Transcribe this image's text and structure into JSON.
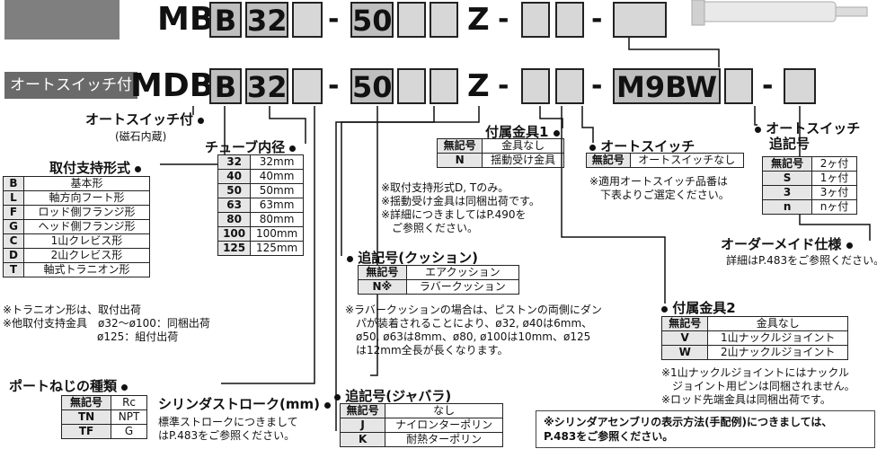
{
  "row1": {
    "prefix": "MB",
    "b": "B",
    "bore": "32",
    "stroke": "50",
    "z": "Z"
  },
  "row2": {
    "badge": "オートスイッチ付",
    "prefix": "MDB",
    "b": "B",
    "bore": "32",
    "stroke": "50",
    "z": "Z",
    "switch": "M9BW"
  },
  "auto_switch_builtin": {
    "title": "オートスイッチ付",
    "sub": "(磁石内蔵)"
  },
  "mounting": {
    "title": "取付支持形式",
    "rows": [
      [
        "B",
        "基本形"
      ],
      [
        "L",
        "軸方向フート形"
      ],
      [
        "F",
        "ロッド側フランジ形"
      ],
      [
        "G",
        "ヘッド側フランジ形"
      ],
      [
        "C",
        "1山クレビス形"
      ],
      [
        "D",
        "2山クレビス形"
      ],
      [
        "T",
        "軸式トラニオン形"
      ]
    ],
    "notes": [
      "※トラニオン形は、取付出荷",
      "※他取付支持金具　ø32〜ø100：同梱出荷",
      "ø125：組付出荷"
    ]
  },
  "bore": {
    "title": "チューブ内径",
    "rows": [
      [
        "32",
        "32mm"
      ],
      [
        "40",
        "40mm"
      ],
      [
        "50",
        "50mm"
      ],
      [
        "63",
        "63mm"
      ],
      [
        "80",
        "80mm"
      ],
      [
        "100",
        "100mm"
      ],
      [
        "125",
        "125mm"
      ]
    ]
  },
  "accessory1": {
    "title": "付属金具1",
    "rows": [
      [
        "無記号",
        "金具なし"
      ],
      [
        "N",
        "揺動受け金具"
      ]
    ],
    "notes": [
      "※取付支持形式D, Tのみ。",
      "※揺動受け金具は同梱出荷です。",
      "※詳細につきましてはP.490を",
      "ご参照ください。"
    ]
  },
  "cushion": {
    "title": "追記号(クッション)",
    "rows": [
      [
        "無記号",
        "エアクッション"
      ],
      [
        "N※",
        "ラバークッション"
      ]
    ],
    "notes": [
      "※ラバークッションの場合は、ピストンの両側にダン",
      "パが装着されることにより、ø32, ø40は6mm、",
      "ø50, ø63は8mm、ø80, ø100は10mm、ø125",
      "は12mm全長が長くなります。"
    ]
  },
  "bellows": {
    "title": "追記号(ジャバラ)",
    "rows": [
      [
        "無記号",
        "なし"
      ],
      [
        "J",
        "ナイロンターポリン"
      ],
      [
        "K",
        "耐熱ターポリン"
      ]
    ]
  },
  "port": {
    "title": "ポートねじの種類",
    "rows": [
      [
        "無記号",
        "Rc"
      ],
      [
        "TN",
        "NPT"
      ],
      [
        "TF",
        "G"
      ]
    ]
  },
  "stroke": {
    "title": "シリンダストローク(mm)",
    "notes": [
      "標準ストロークにつきまして",
      "はP.483をご参照ください。"
    ]
  },
  "autoswitch": {
    "title": "オートスイッチ",
    "rows": [
      [
        "無記号",
        "オートスイッチなし"
      ]
    ],
    "notes": [
      "※適用オートスイッチ品番は",
      "下表よりご選定ください。"
    ]
  },
  "switch_suffix": {
    "title1": "オートスイッチ",
    "title2": "追記号",
    "rows": [
      [
        "無記号",
        "2ヶ付"
      ],
      [
        "S",
        "1ヶ付"
      ],
      [
        "3",
        "3ヶ付"
      ],
      [
        "n",
        "nヶ付"
      ]
    ]
  },
  "order_made": {
    "title": "オーダーメイド仕様",
    "note": "詳細はP.483をご参照ください。"
  },
  "accessory2": {
    "title": "付属金具2",
    "rows": [
      [
        "無記号",
        "金具なし"
      ],
      [
        "V",
        "1山ナックルジョイント"
      ],
      [
        "W",
        "2山ナックルジョイント"
      ]
    ],
    "notes": [
      "※1山ナックルジョイントにはナックル",
      "ジョイント用ピンは同梱されません。",
      "※ロッド先端金具は同梱出荷です。"
    ]
  },
  "assembly_note": {
    "line1": "※シリンダアセンブリの表示方法(手配例)につきましては、",
    "line2": "P.483をご参照ください。"
  },
  "colors": {
    "box_fill": "#bfbfbf",
    "blank_fill": "#d7d7d7",
    "badge": "#6a6a6a"
  }
}
